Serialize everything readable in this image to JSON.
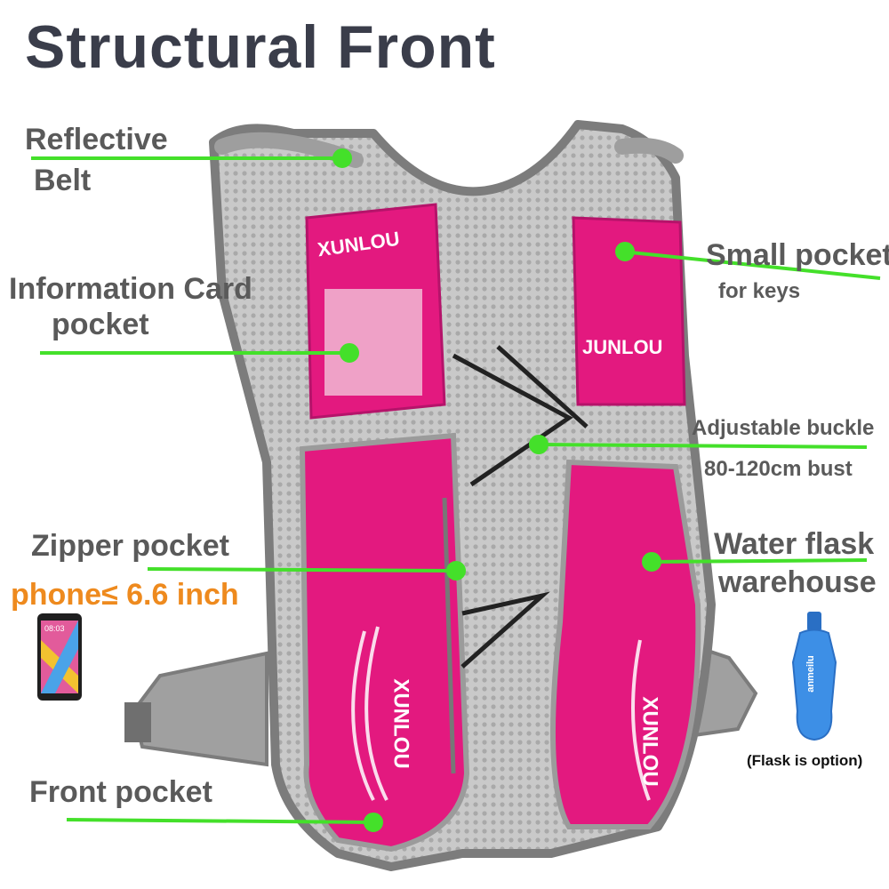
{
  "title": "Structural Front",
  "colors": {
    "accent_pink": "#e3197f",
    "mesh_grey": "#bdbdbd",
    "trim_grey": "#8a8a8a",
    "callout_green": "#44e02a",
    "title_dark": "#3a3d4a",
    "phone_size_orange": "#ee8a1e",
    "flask_blue": "#3d8fe6"
  },
  "labels": {
    "reflective_1": "Reflective",
    "reflective_2": "Belt",
    "info_card_1": "Information Card",
    "info_card_2": "pocket",
    "small_pocket": "Small pocket",
    "small_pocket_sub": "for keys",
    "buckle": "Adjustable buckle",
    "buckle_sub": "80-120cm bust",
    "zipper": "Zipper pocket",
    "phone_size": "phone≤ 6.6 inch",
    "water_1": "Water flask",
    "water_2": "warehouse",
    "front_pocket": "Front pocket",
    "flask_note": "(Flask is option)"
  },
  "brand_marks": [
    "XUNLOU",
    "JUNLOU",
    "XUNLOU",
    "XUNLOU"
  ],
  "flask_brand": "anmeilu",
  "phone_time": "08:03",
  "icons": [
    "phone-icon",
    "soft-flask-icon"
  ]
}
